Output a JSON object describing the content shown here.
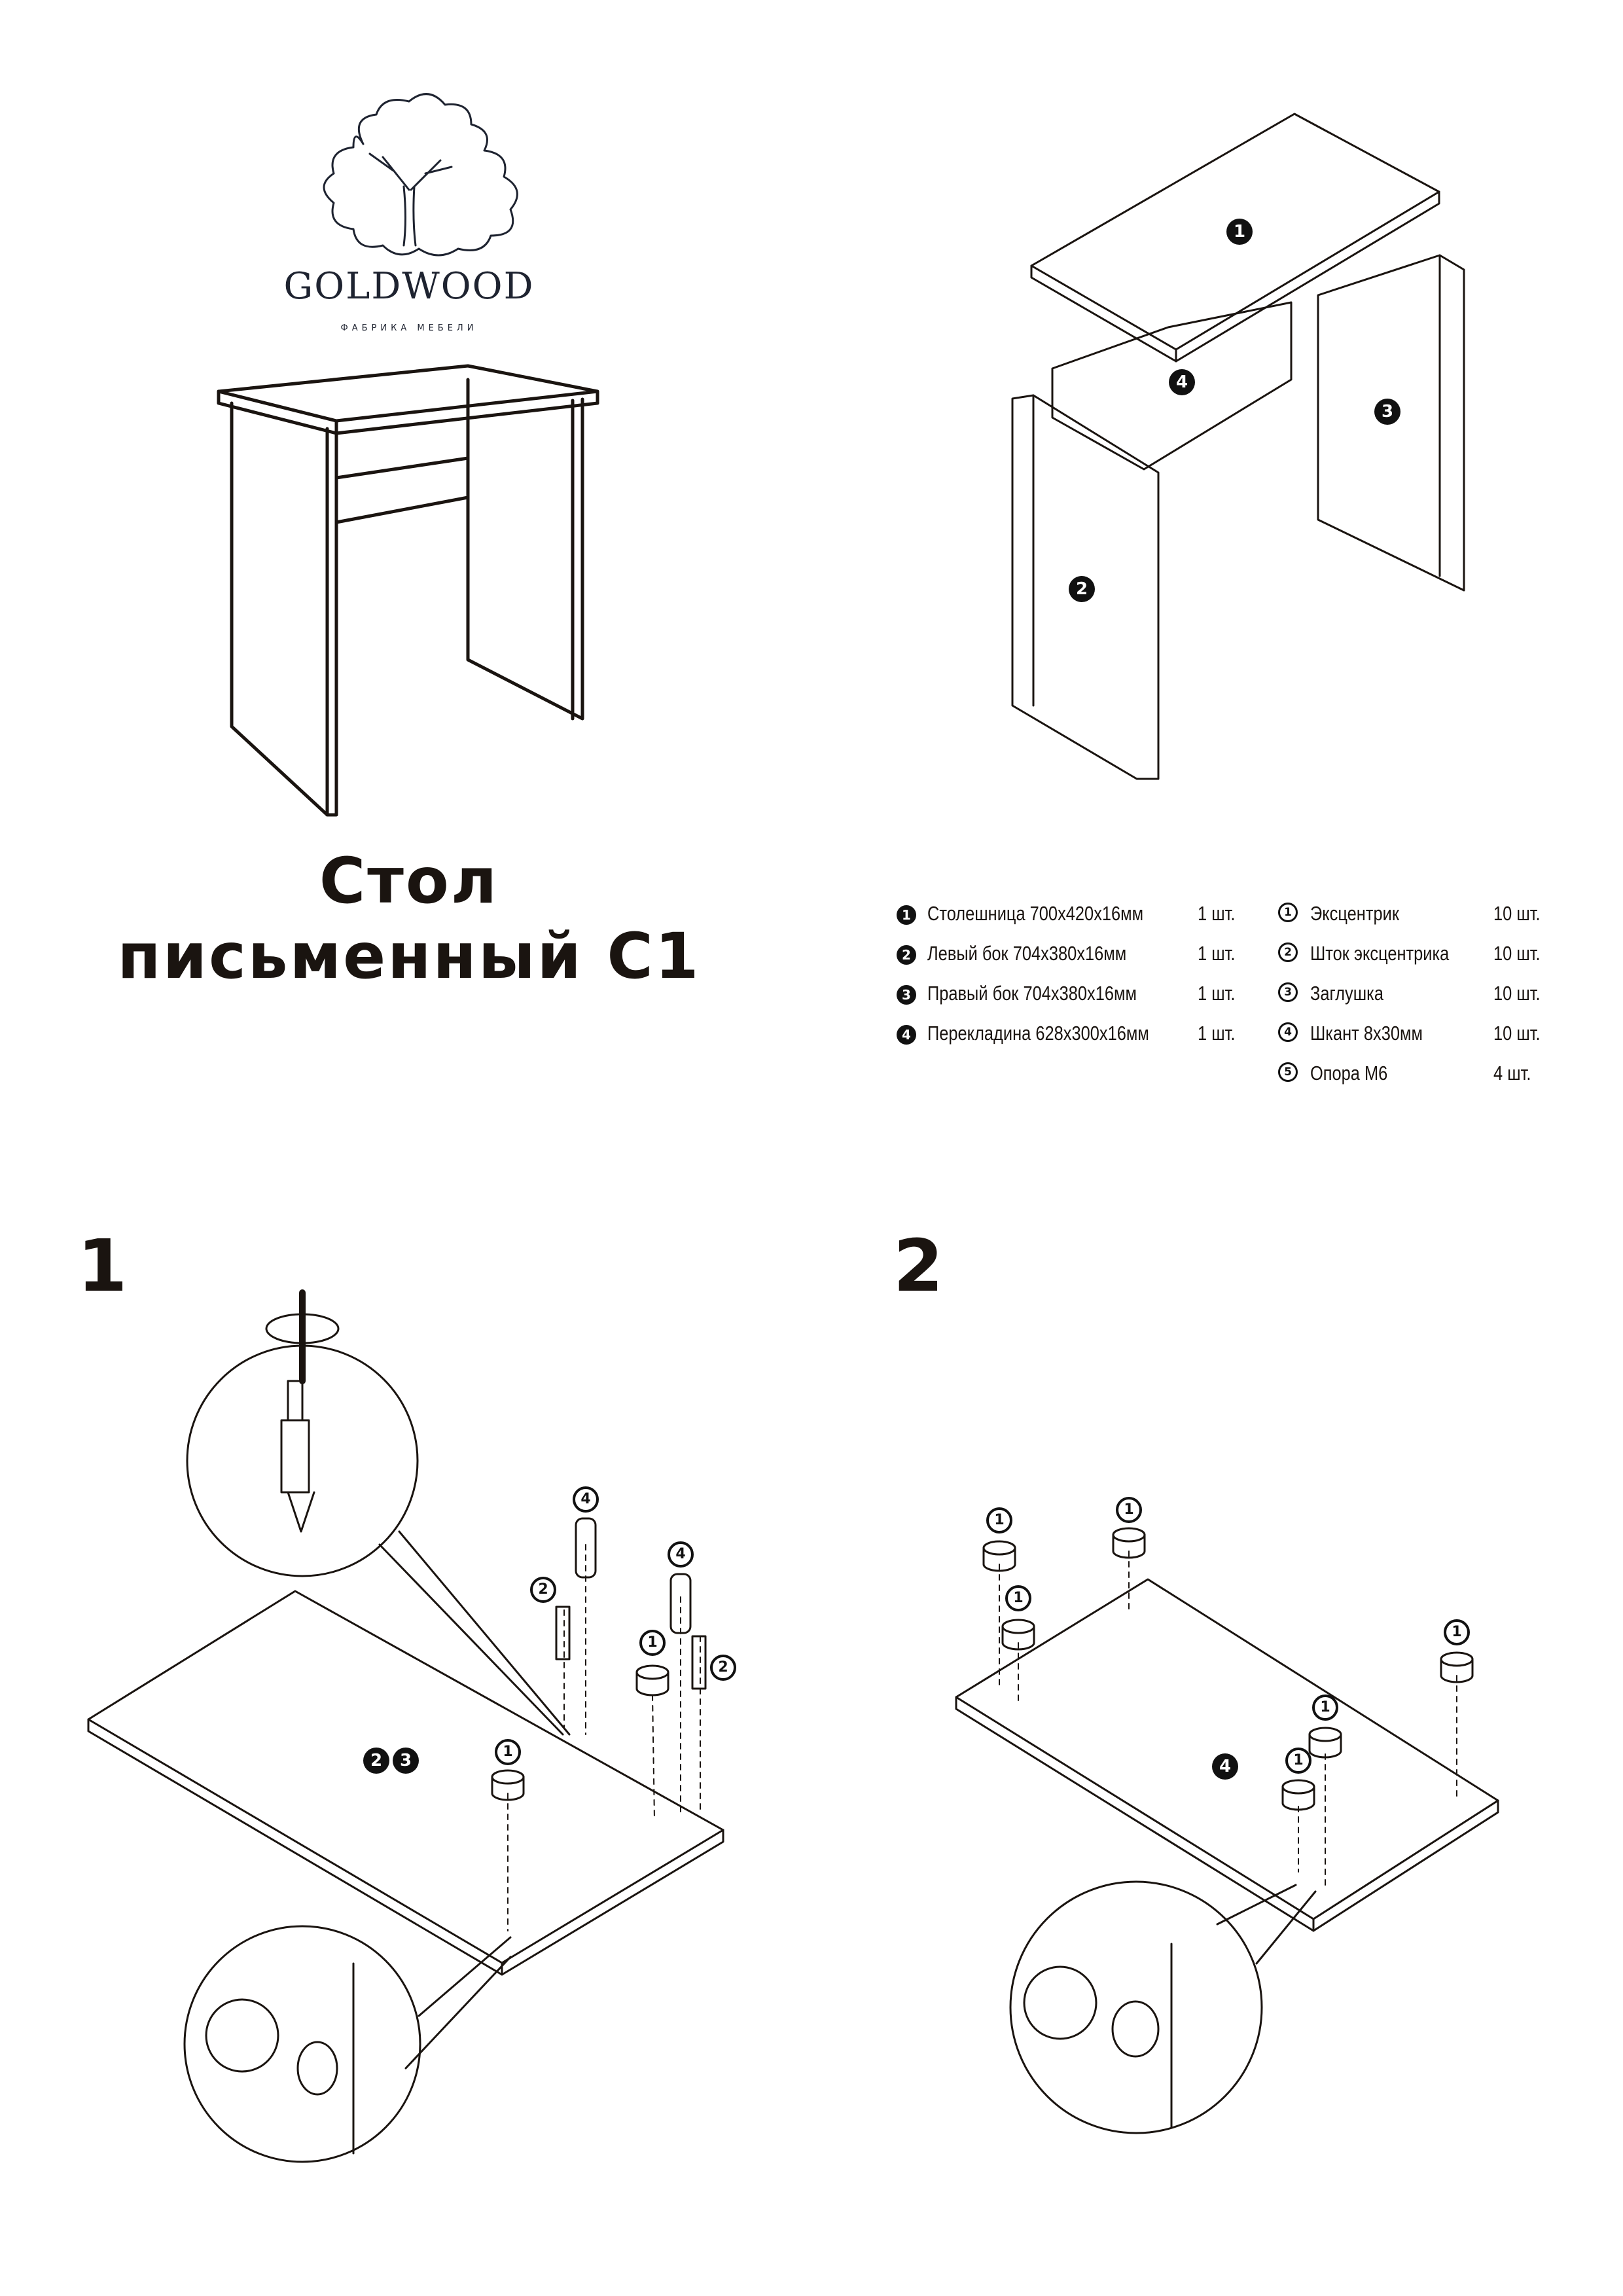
{
  "brand": {
    "name": "GOLDWOOD",
    "subtitle": "ФАБРИКА МЕБЕЛИ"
  },
  "title": {
    "line1": "Стол",
    "line2": "письменный С1"
  },
  "exploded_labels": [
    "1",
    "2",
    "3",
    "4"
  ],
  "panels": [
    {
      "num": "1",
      "name": "Столешница 700x420x16мм",
      "qty": "1 шт."
    },
    {
      "num": "2",
      "name": "Левый бок 704x380x16мм",
      "qty": "1 шт."
    },
    {
      "num": "3",
      "name": "Правый бок 704x380x16мм",
      "qty": "1 шт."
    },
    {
      "num": "4",
      "name": "Перекладина 628x300x16мм",
      "qty": "1 шт."
    }
  ],
  "hardware": [
    {
      "num": "1",
      "name": "Эксцентрик",
      "qty": "10 шт."
    },
    {
      "num": "2",
      "name": "Шток эксцентрика",
      "qty": "10 шт."
    },
    {
      "num": "3",
      "name": "Заглушка",
      "qty": "10 шт."
    },
    {
      "num": "4",
      "name": "Шкант 8x30мм",
      "qty": "10 шт."
    },
    {
      "num": "5",
      "name": "Опора М6",
      "qty": "4 шт."
    }
  ],
  "steps": [
    {
      "number": "1",
      "panel_labels": [
        "2",
        "3"
      ],
      "hardware_labels": [
        "4",
        "2",
        "4",
        "1",
        "2",
        "1"
      ]
    },
    {
      "number": "2",
      "panel_labels": [
        "4"
      ],
      "hardware_labels": [
        "1",
        "1",
        "1",
        "1",
        "1",
        "1"
      ]
    }
  ],
  "colors": {
    "ink": "#1a1410",
    "brand": "#1e2330"
  }
}
